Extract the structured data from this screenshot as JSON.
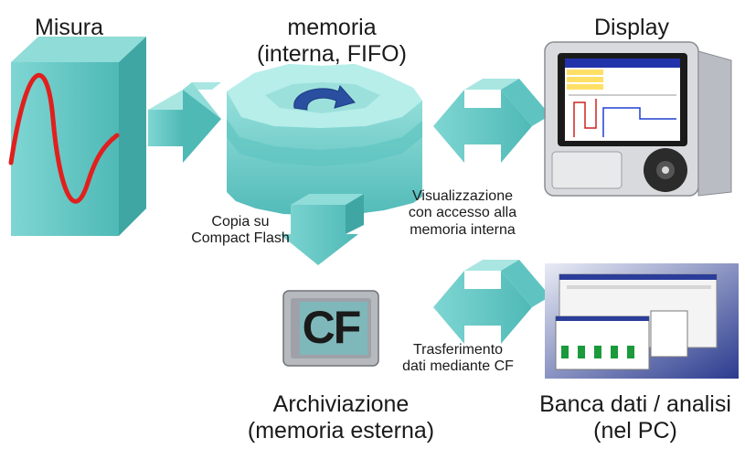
{
  "title_measure": "Misura",
  "title_memory_line1": "memoria",
  "title_memory_line2": "(interna, FIFO)",
  "title_display": "Display",
  "label_copy_line1": "Copia su",
  "label_copy_line2": "Compact Flash",
  "label_view_line1": "Visualizzazione",
  "label_view_line2": "con accesso alla",
  "label_view_line3": "memoria interna",
  "label_transfer_line1": "Trasferimento",
  "label_transfer_line2": "dati mediante CF",
  "title_archive_line1": "Archiviazione",
  "title_archive_line2": "(memoria esterna)",
  "title_database_line1": "Banca dati / analisi",
  "title_database_line2": "(nel PC)",
  "cf_card_text": "CF",
  "colors": {
    "teal": "#66cccc",
    "teal_dark": "#3aa3a3",
    "teal_light": "#9fe3e0",
    "sine": "#e0201e",
    "rotate_arrow": "#2a4fa0"
  }
}
